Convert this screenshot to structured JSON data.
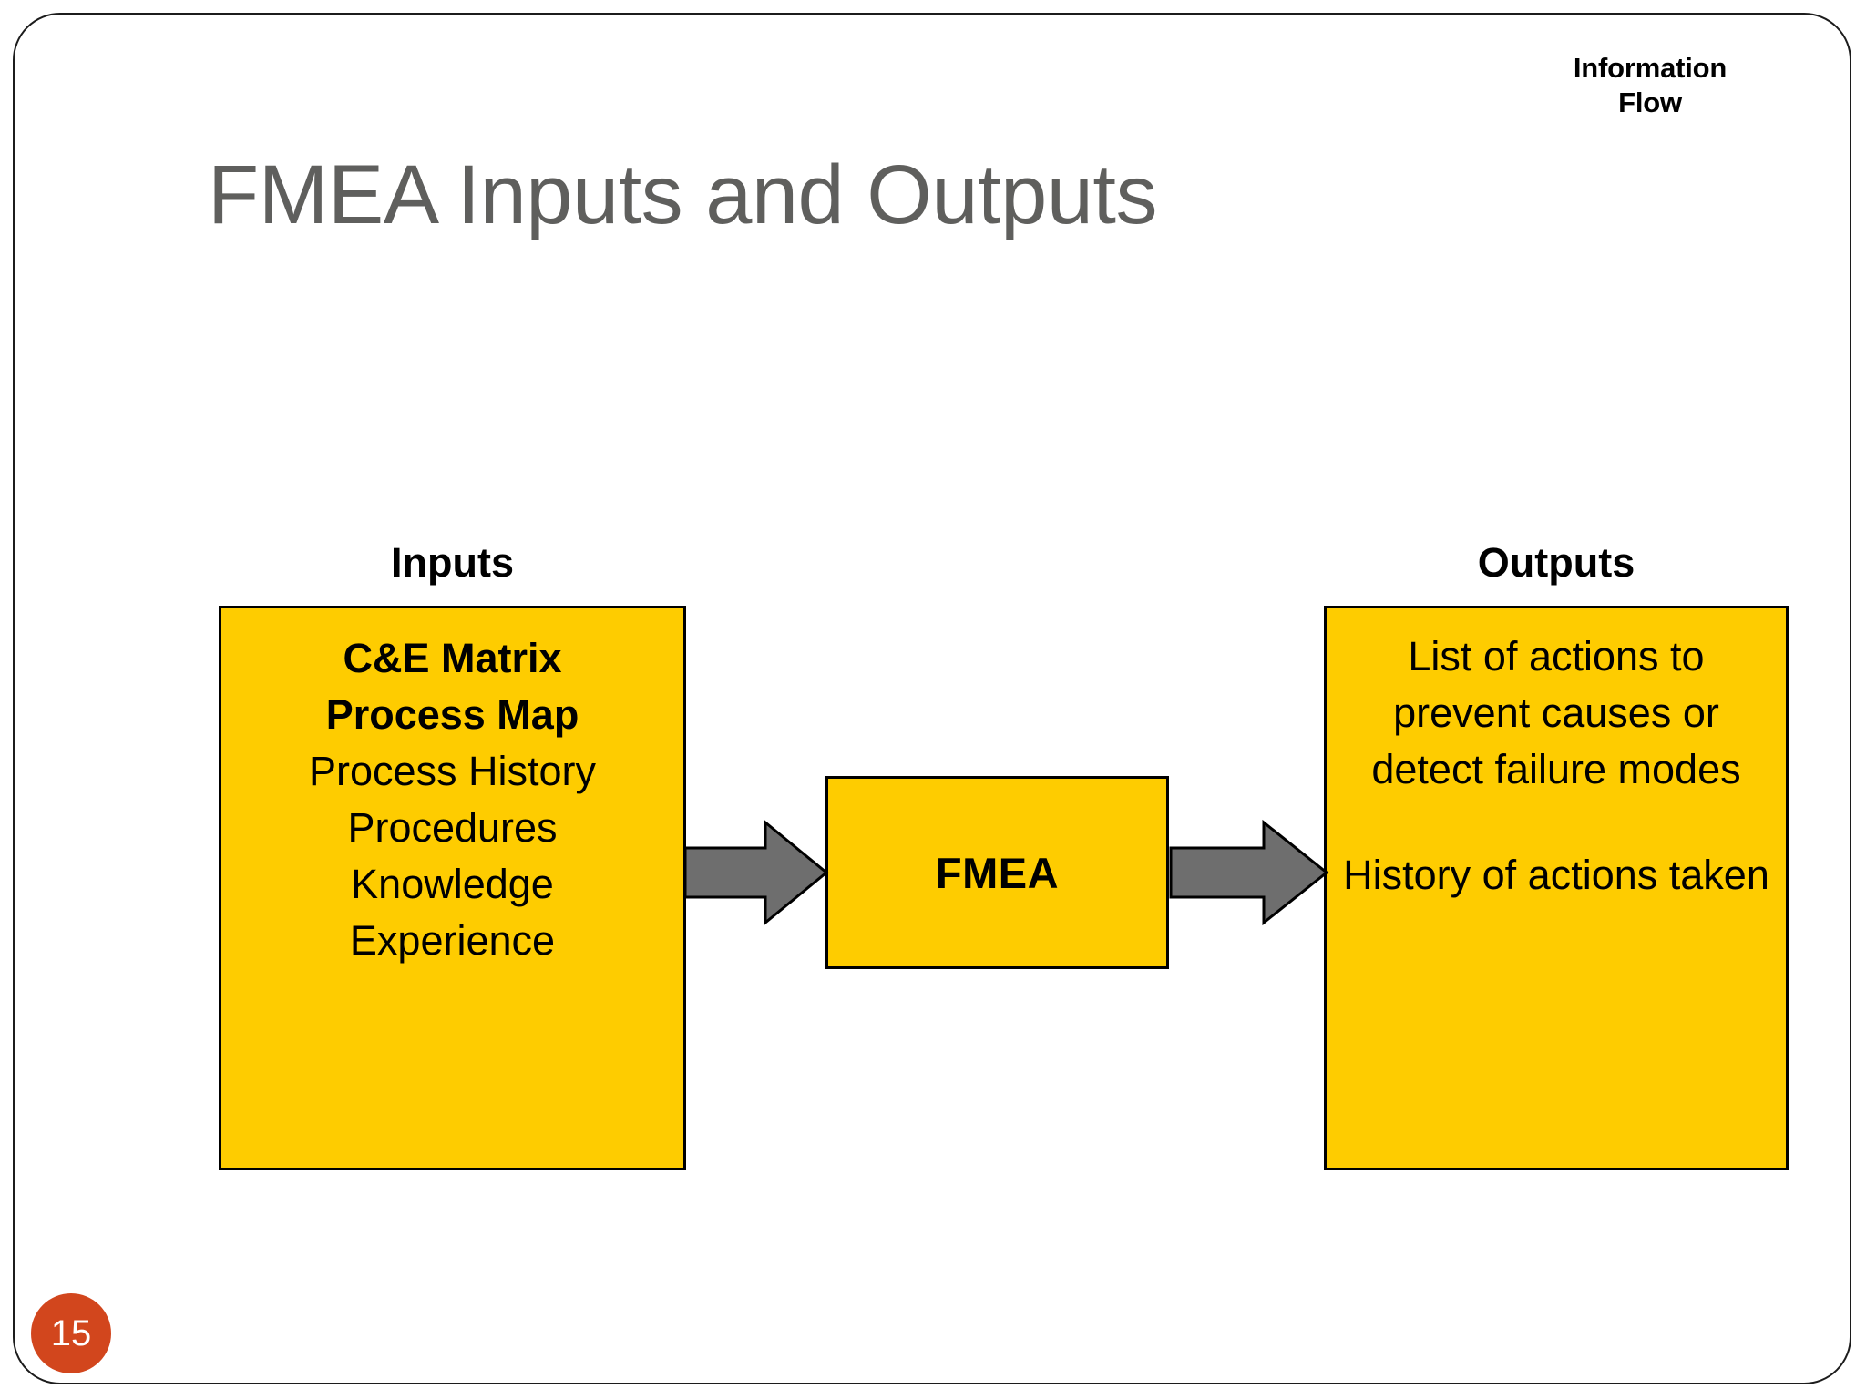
{
  "slide": {
    "title": "FMEA Inputs and Outputs",
    "page_number": "15",
    "corner_note_line1": "Information",
    "corner_note_line2": "Flow"
  },
  "colors": {
    "box_fill": "#FECC00",
    "box_border": "#000000",
    "arrow_fill": "#6E6E6E",
    "arrow_stroke": "#000000",
    "title_color": "#5F5F5D",
    "badge_color": "#D2461D",
    "frame_color": "#1C1C1C"
  },
  "diagram": {
    "type": "flow",
    "inputs": {
      "header": "Inputs",
      "items": [
        {
          "text": "C&E Matrix",
          "bold": true
        },
        {
          "text": "Process Map",
          "bold": true
        },
        {
          "text": "Process History",
          "bold": false
        },
        {
          "text": "Procedures",
          "bold": false
        },
        {
          "text": "Knowledge",
          "bold": false
        },
        {
          "text": "Experience",
          "bold": false
        }
      ]
    },
    "process": {
      "label": "FMEA"
    },
    "outputs": {
      "header": "Outputs",
      "paragraphs": [
        "List of actions to prevent causes or detect failure modes",
        "History of actions taken"
      ]
    },
    "arrows": [
      {
        "name": "inputs-to-fmea",
        "direction": "right"
      },
      {
        "name": "fmea-to-outputs",
        "direction": "right"
      }
    ]
  }
}
